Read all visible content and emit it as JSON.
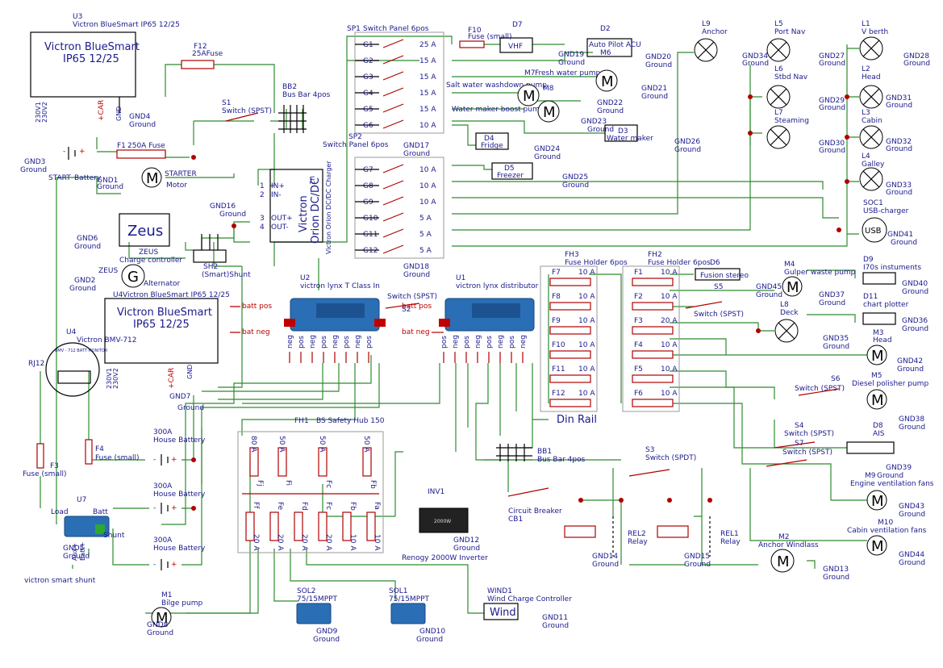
{
  "components": {
    "u3": {
      "ref": "U3",
      "name": "Victron BlueSmart IP65 12/25",
      "box_line1": "Victron BlueSmart",
      "box_line2": "IP65 12/25",
      "pin1": "230V1",
      "pin2": "230V2",
      "pin_car": "+CAR",
      "pin_gnd": "GND"
    },
    "f12": {
      "ref": "F12",
      "value": "25AFuse"
    },
    "s1": {
      "ref": "S1",
      "name": "Switch (SPST)"
    },
    "bb2": {
      "ref": "BB2",
      "name": "Bus Bar 4pos"
    },
    "sp1": {
      "ref": "SP1",
      "name": "Switch Panel 6pos"
    },
    "sp2": {
      "ref": "SP2",
      "name": "Switch Panel 6pos"
    },
    "gnd4": {
      "ref": "GND4",
      "name": "Ground"
    },
    "gnd3": {
      "ref": "GND3",
      "name": "Ground"
    },
    "gnd1": {
      "ref": "GND1",
      "name": "Ground"
    },
    "f1": {
      "ref": "F1",
      "value": "250A Fuse"
    },
    "start_batt": {
      "ref": "START",
      "name": "Battery"
    },
    "starter": {
      "ref": "STARTER",
      "name": "Motor",
      "glyph": "M"
    },
    "u2_charger": {
      "ref": "U2",
      "line1": "Victron",
      "line2": "Orion DC/DC",
      "line3": "Victron Orion DC/DC Charger",
      "pin1": "IN+",
      "pin2": "IN-",
      "pin3": "OUT+",
      "pin4": "OUT-"
    },
    "gnd16": {
      "ref": "GND16",
      "name": "Ground"
    },
    "zeus_cc": {
      "ref": "ZEUS",
      "name": "Charge controller",
      "box": "Zeus"
    },
    "gnd6": {
      "ref": "GND6",
      "name": "Ground"
    },
    "sh2": {
      "ref": "SH2",
      "name": "(Smart)Shunt"
    },
    "gnd2": {
      "ref": "GND2",
      "name": "Ground"
    },
    "zeus_alt": {
      "ref": "ZEUS",
      "name": "Alternator",
      "glyph": "G"
    },
    "u4": {
      "ref": "U4",
      "name": "Victron BlueSmart IP65 12/25",
      "box_line1": "Victron BlueSmart",
      "box_line2": "IP65 12/25",
      "pin1": "230V1",
      "pin2": "230V2",
      "pin_car": "+CAR",
      "pin_gnd": "GND"
    },
    "u4b": {
      "ref": "U4",
      "name": "Victron BMV-712",
      "face": "BMV - 712 BATT MONITOR",
      "rj12": "RJ12"
    },
    "gnd7": {
      "ref": "GND7",
      "name": "Ground"
    },
    "u2_lynx": {
      "ref": "U2",
      "name": "victron lynx T Class In",
      "pins": [
        "neg",
        "pos",
        "neg",
        "pos",
        "neg",
        "pos",
        "neg",
        "pos"
      ]
    },
    "u1_lynx": {
      "ref": "U1",
      "name": "victron lynx distributor",
      "pins": [
        "pos",
        "neg",
        "pos",
        "neg",
        "pos",
        "neg",
        "pos",
        "neg"
      ]
    },
    "s2": {
      "ref": "S2",
      "name": "Switch (SPST)"
    },
    "batt_pos": "batt pos",
    "bat_neg": "bat neg",
    "batt_pos2": "batt pos",
    "bat_neg2": "bat neg",
    "f3": {
      "ref": "F3",
      "value": "Fuse (small)"
    },
    "f4": {
      "ref": "F4",
      "value": "Fuse (small)"
    },
    "u7": {
      "ref": "U7",
      "name": "victron smart shunt",
      "load": "Load",
      "batt": "Batt",
      "shunt": "Shunt",
      "aux": "Aux+",
      "battp": "Batt+"
    },
    "gnd5": {
      "ref": "GND5",
      "name": "Ground"
    },
    "hb1": {
      "ref": "300A",
      "name": "House Battery"
    },
    "hb2": {
      "ref": "300A",
      "name": "House Battery"
    },
    "hb3": {
      "ref": "300A",
      "name": "House Battery"
    },
    "m1": {
      "ref": "M1",
      "name": "Bilge pump",
      "glyph": "M"
    },
    "gnd8": {
      "ref": "GND8",
      "name": "Ground"
    },
    "fh1": {
      "ref": "FH1",
      "name": "BS Safety Hub 150"
    },
    "fh1_top": [
      {
        "label": "Fj",
        "value": "80 A"
      },
      {
        "label": "Fi",
        "value": "50 A"
      },
      {
        "label": "Fc",
        "value": "50 A"
      },
      {
        "label": "Fb",
        "value": "50 A"
      }
    ],
    "fh1_bot": [
      {
        "label": "Ff",
        "value": "20 A"
      },
      {
        "label": "Fe",
        "value": "20 A"
      },
      {
        "label": "Fd",
        "value": "20 A"
      },
      {
        "label": "Fc",
        "value": "20 A"
      },
      {
        "label": "Fb",
        "value": "10 A"
      },
      {
        "label": "Fa",
        "value": "10 A"
      }
    ],
    "sol2": {
      "ref": "SOL2",
      "name": "75/15MPPT"
    },
    "sol1": {
      "ref": "SOL1",
      "name": "75/15MPPT"
    },
    "gnd9": {
      "ref": "GND9",
      "name": "Ground"
    },
    "gnd10": {
      "ref": "GND10",
      "name": "Ground"
    },
    "inv1": {
      "ref": "INV1",
      "name": "Renogy 2000W Inverter",
      "face": "2000W"
    },
    "gnd12": {
      "ref": "GND12",
      "name": "Ground"
    },
    "wind1": {
      "ref": "WIND1",
      "name": "Wind Charge Controller",
      "box": "Wind"
    },
    "gnd11": {
      "ref": "GND11",
      "name": "Ground"
    },
    "bb1": {
      "ref": "BB1",
      "name": "Bus Bar 4pos"
    },
    "cb1": {
      "ref": "CB1",
      "name": "Circuit Breaker"
    },
    "s3": {
      "ref": "S3",
      "name": "Switch (SPDT)"
    },
    "rel2": {
      "ref": "REL2",
      "name": "Relay"
    },
    "rel1": {
      "ref": "REL1",
      "name": "Relay"
    },
    "gnd14": {
      "ref": "GND14",
      "name": "Ground"
    },
    "gnd15": {
      "ref": "GND15",
      "name": "Ground"
    },
    "m2": {
      "ref": "M2",
      "name": "Anchor Windlass",
      "glyph": "M"
    },
    "gnd13": {
      "ref": "GND13",
      "name": "Ground"
    },
    "fh3": {
      "ref": "FH3",
      "name": "Fuse Holder 6pos"
    },
    "fh3_fuses": [
      {
        "label": "F7",
        "value": "10 A"
      },
      {
        "label": "F8",
        "value": "10 A"
      },
      {
        "label": "F9",
        "value": "10 A"
      },
      {
        "label": "F10",
        "value": "10 A"
      },
      {
        "label": "F11",
        "value": "10 A"
      },
      {
        "label": "F12",
        "value": "10 A"
      }
    ],
    "fh2": {
      "ref": "FH2",
      "name": "Fuse Holder 6pos"
    },
    "fh2_fuses": [
      {
        "label": "F1",
        "value": "10 A"
      },
      {
        "label": "F2",
        "value": "10 A"
      },
      {
        "label": "F3",
        "value": "20 A"
      },
      {
        "label": "F4",
        "value": "10 A"
      },
      {
        "label": "F5",
        "value": "10 A"
      },
      {
        "label": "F6",
        "value": "10 A"
      }
    ],
    "din_rail": "Din Rail",
    "d6": {
      "ref": "D6",
      "name": "Fusion stereo"
    },
    "s5": {
      "ref": "S5",
      "name": "Switch (SPST)"
    },
    "gnd45": {
      "ref": "GND45",
      "name": "Ground"
    },
    "m4": {
      "ref": "M4",
      "name": "Gulper waste pump",
      "glyph": "M"
    },
    "gnd37": {
      "ref": "GND37",
      "name": "Ground"
    },
    "d9": {
      "ref": "D9",
      "name": "I70s instuments"
    },
    "gnd40": {
      "ref": "GND40",
      "name": "Ground"
    },
    "d11": {
      "ref": "D11",
      "name": "chart plotter"
    },
    "gnd36": {
      "ref": "GND36",
      "name": "Ground"
    },
    "l8": {
      "ref": "L8",
      "name": "Deck"
    },
    "gnd35": {
      "ref": "GND35",
      "name": "Ground"
    },
    "m3": {
      "ref": "M3",
      "name": "Head",
      "glyph": "M"
    },
    "gnd42": {
      "ref": "GND42",
      "name": "Ground"
    },
    "s6": {
      "ref": "S6",
      "name": "Switch (SPST)"
    },
    "m5": {
      "ref": "M5",
      "name": "Diesel polisher pump",
      "glyph": "M"
    },
    "gnd38": {
      "ref": "GND38",
      "name": "Ground"
    },
    "s4": {
      "ref": "S4",
      "name": "Switch (SPST)"
    },
    "s7": {
      "ref": "S7",
      "name": "Switch (SPST)"
    },
    "d8": {
      "ref": "D8",
      "name": "AIS"
    },
    "gnd39": {
      "ref": "GND39",
      "name": "Ground"
    },
    "m9": {
      "ref": "M9",
      "name": "Ground",
      "extra": "Engine ventilation fans",
      "glyph": "M"
    },
    "gnd43": {
      "ref": "GND43",
      "name": "Ground"
    },
    "m10": {
      "ref": "M10",
      "name": "Cabin ventilation fans",
      "glyph": "M"
    },
    "gnd44": {
      "ref": "GND44",
      "name": "Ground"
    },
    "f10": {
      "ref": "F10",
      "value": "Fuse (small)"
    },
    "d7": {
      "ref": "D7",
      "name": "VHF"
    },
    "gnd19": {
      "ref": "GND19",
      "name": "Ground"
    },
    "d2": {
      "ref": "D2",
      "name": "Auto Pilot ACU",
      "sub": "M6"
    },
    "gnd20": {
      "ref": "GND20",
      "name": "Ground"
    },
    "m7": {
      "ref": "M7",
      "name": "Fresh water pump",
      "glyph": "M"
    },
    "gnd21": {
      "ref": "GND21",
      "name": "Ground"
    },
    "m8": {
      "ref": "M8",
      "name": "Salt water washdown pump",
      "glyph": "M"
    },
    "gnd22": {
      "ref": "GND22",
      "name": "Ground"
    },
    "wm": {
      "name": "Water maker boost pump",
      "glyph": "M"
    },
    "gnd23": {
      "ref": "GND23",
      "name": "Ground"
    },
    "d3": {
      "ref": "D3",
      "name": "Water maker"
    },
    "gnd26": {
      "ref": "GND26",
      "name": "Ground"
    },
    "d4": {
      "ref": "D4",
      "name": "Fridge"
    },
    "gnd24": {
      "ref": "GND24",
      "name": "Ground"
    },
    "d5": {
      "ref": "D5",
      "name": "Freezer"
    },
    "gnd25": {
      "ref": "GND25",
      "name": "Ground"
    },
    "gnd17": {
      "ref": "GND17",
      "name": "Ground"
    },
    "gnd18": {
      "ref": "GND18",
      "name": "Ground"
    },
    "sp1_switches": [
      {
        "label": "G1",
        "value": "25 A"
      },
      {
        "label": "G2",
        "value": "15 A"
      },
      {
        "label": "G3",
        "value": "15 A"
      },
      {
        "label": "G4",
        "value": "15 A"
      },
      {
        "label": "G5",
        "value": "15 A"
      },
      {
        "label": "G6",
        "value": "10 A"
      }
    ],
    "sp2_switches": [
      {
        "label": "G7",
        "value": "10 A"
      },
      {
        "label": "G8",
        "value": "10 A"
      },
      {
        "label": "G9",
        "value": "10 A"
      },
      {
        "label": "G10",
        "value": "5 A"
      },
      {
        "label": "G11",
        "value": "5 A"
      },
      {
        "label": "G12",
        "value": "5 A"
      }
    ],
    "l9": {
      "ref": "L9",
      "name": "Anchor"
    },
    "gnd34": {
      "ref": "GND34",
      "name": "Ground"
    },
    "l5": {
      "ref": "L5",
      "name": "Port Nav"
    },
    "gnd27": {
      "ref": "GND27",
      "name": "Ground"
    },
    "l6": {
      "ref": "L6",
      "name": "Stbd Nav"
    },
    "gnd29": {
      "ref": "GND29",
      "name": "Ground"
    },
    "l7": {
      "ref": "L7",
      "name": "Steaming"
    },
    "gnd30": {
      "ref": "GND30",
      "name": "Ground"
    },
    "l1": {
      "ref": "L1",
      "name": "V berth"
    },
    "gnd28": {
      "ref": "GND28",
      "name": "Ground"
    },
    "l2": {
      "ref": "L2",
      "name": "Head"
    },
    "gnd31": {
      "ref": "GND31",
      "name": "Ground"
    },
    "l3": {
      "ref": "L3",
      "name": "Cabin"
    },
    "gnd32": {
      "ref": "GND32",
      "name": "Ground"
    },
    "l4": {
      "ref": "L4",
      "name": "Galley"
    },
    "gnd33": {
      "ref": "GND33",
      "name": "Ground"
    },
    "soc1": {
      "ref": "SOC1",
      "name": "USB-charger",
      "face": "USB"
    },
    "gnd41": {
      "ref": "GND41",
      "name": "Ground"
    }
  },
  "colors": {
    "wire": "#2e8b2e",
    "label": "#1a1a8c",
    "power": "#c00000",
    "lynx": "#2a6fb5"
  }
}
